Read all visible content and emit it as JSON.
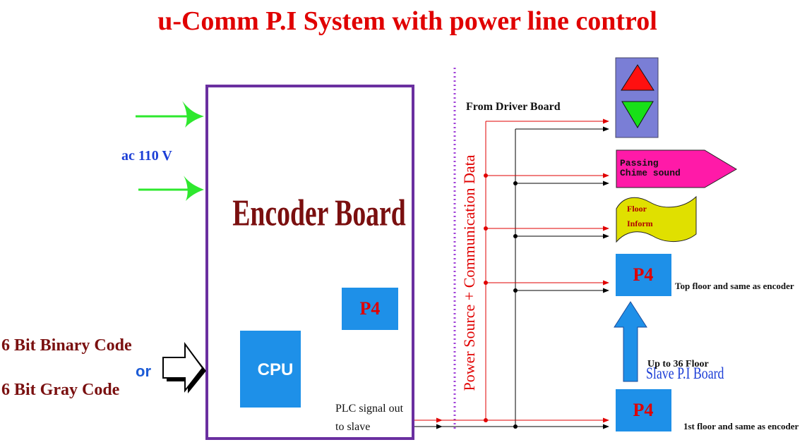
{
  "title": "u-Comm P.I System with power line control",
  "encoder": {
    "label": "Encoder Board",
    "cpu_label": "CPU",
    "p4_label": "P4"
  },
  "power_input": {
    "label": "ac 110 V"
  },
  "inputs": {
    "binary": "6 Bit  Binary Code",
    "or": "or",
    "gray": "6 Bit Gray Code"
  },
  "bus": {
    "vertical_label": "Power Source + Communication Data",
    "driver_label": "From Driver Board"
  },
  "plc": {
    "line1": "PLC signal out",
    "line2": "to slave"
  },
  "devices": {
    "chime_line1": "Passing",
    "chime_line2": "Chime sound",
    "floor_line1": "Floor",
    "floor_line2": "Inform",
    "top_p4": "P4",
    "top_p4_note": "Top floor and same as encoder",
    "slave_title": "Slave P.I Board",
    "slave_sub": "Up to 36 Floor",
    "bottom_p4": "P4",
    "bottom_p4_note": "1st floor and same as encoder"
  },
  "colors": {
    "title": "#e00000",
    "encoder_border": "#6a2fa0",
    "encoder_text": "#7a0f0f",
    "blue_box": "#1e90e8",
    "p4_text": "#e00000",
    "input_text": "#7a1010",
    "or_text": "#1c5bd6",
    "power_text": "#1c3ed6",
    "bus_red": "#e00000",
    "bus_purple": "#a040d8",
    "green_arrow": "#2ee82e",
    "chime_fill": "#ff1aa8",
    "floor_fill": "#e0e000",
    "indicator_fill": "#7a7ed6",
    "slave_text": "#1c3ed6"
  }
}
